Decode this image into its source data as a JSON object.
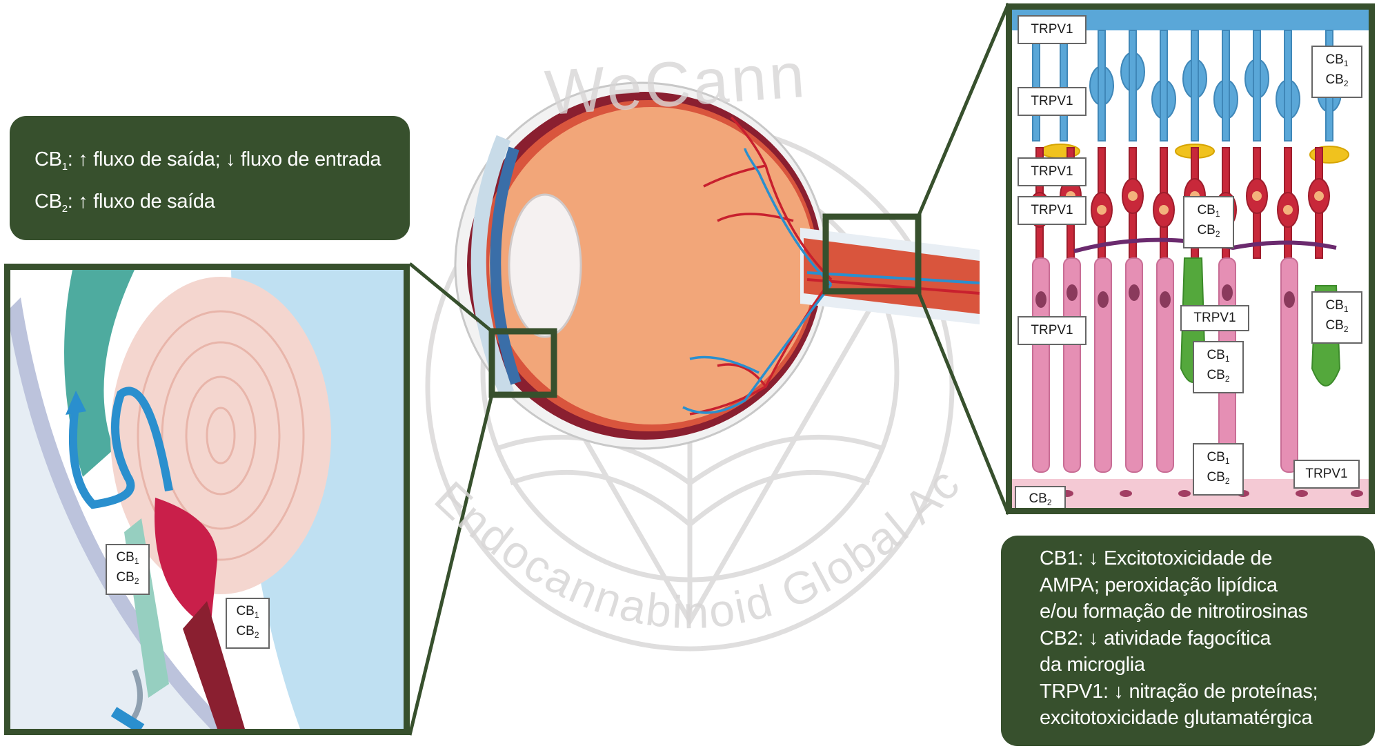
{
  "watermark": {
    "top": "WeCann",
    "bottom": "Endocannabinoid Global Academy"
  },
  "aqueous_box": {
    "cb1": "CB",
    "cb1_sub": "1",
    "cb1_text": ": ↑ fluxo de saída; ↓ fluxo de entrada",
    "cb2": "CB",
    "cb2_sub": "2",
    "cb2_text": ": ↑ fluxo de saída"
  },
  "retina_box": {
    "lines": [
      "CB1: ↓ Excitotoxicidade de",
      "AMPA; peroxidação lipídica",
      "e/ou formação de nitrotirosinas",
      "CB2: ↓ atividade fagocítica",
      "da microglia",
      "TRPV1: ↓ nitração de proteínas;",
      "excitotoxicidade glutamatérgica"
    ]
  },
  "left_panel": {
    "labels": [
      {
        "l1": "CB",
        "s1": "1",
        "l2": "CB",
        "s2": "2"
      },
      {
        "l1": "CB",
        "s1": "1",
        "l2": "CB",
        "s2": "2"
      }
    ]
  },
  "right_panel": {
    "trpv1": "TRPV1",
    "cb2_single": {
      "l": "CB",
      "s": "2"
    },
    "cb_pair": {
      "l1": "CB",
      "s1": "1",
      "l2": "CB",
      "s2": "2"
    }
  },
  "colors": {
    "green": "#37502d",
    "eye_orange": "#f2a679",
    "artery": "#c8202e",
    "vein": "#2a8fce",
    "sclera": "#8a1f30",
    "neuron_blue": "#5aa7d8",
    "neuron_red": "#c8283a",
    "neuron_pink": "#e58fb4",
    "neuron_green": "#54a83c"
  }
}
